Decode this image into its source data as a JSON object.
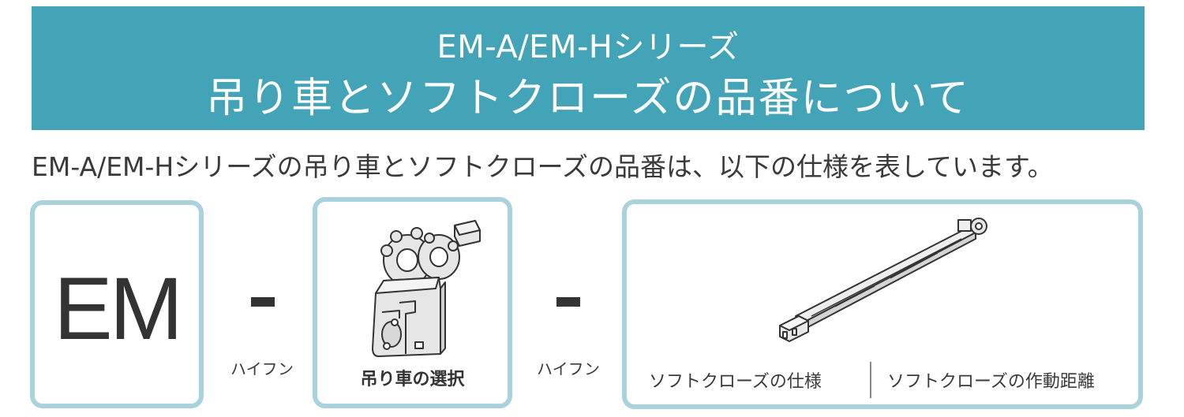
{
  "banner": {
    "line1": "EM-A/EM-Hシリーズ",
    "line2": "吊り車とソフトクローズの品番について"
  },
  "description": "EM-A/EM-Hシリーズの吊り車とソフトクローズの品番は、以下の仕様を表しています。",
  "parts": {
    "prefix": "EM",
    "hyphen_label_1": "ハイフン",
    "trolley_label": "吊り車の選択",
    "hyphen_label_2": "ハイフン",
    "softclose_spec": "ソフトクローズの仕様",
    "softclose_distance": "ソフトクローズの作動距離"
  },
  "colors": {
    "banner": "#43a3b7",
    "box_border": "#a9d2dc",
    "text": "#3a3a3a"
  }
}
